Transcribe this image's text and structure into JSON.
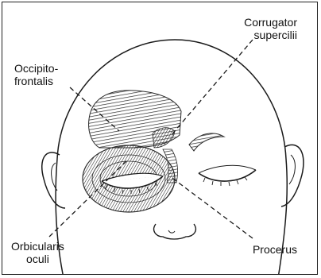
{
  "labels": {
    "corrugator": [
      "Corrugator",
      "supercilii"
    ],
    "occipitofrontalis": [
      "Occipito-",
      "frontalis"
    ],
    "orbicularis": [
      "Orbicularis",
      "oculi"
    ],
    "procerus": "Procerus"
  },
  "colors": {
    "line": "#1a1a1a",
    "muscle": "#3a3a3a",
    "background": "#ffffff"
  }
}
